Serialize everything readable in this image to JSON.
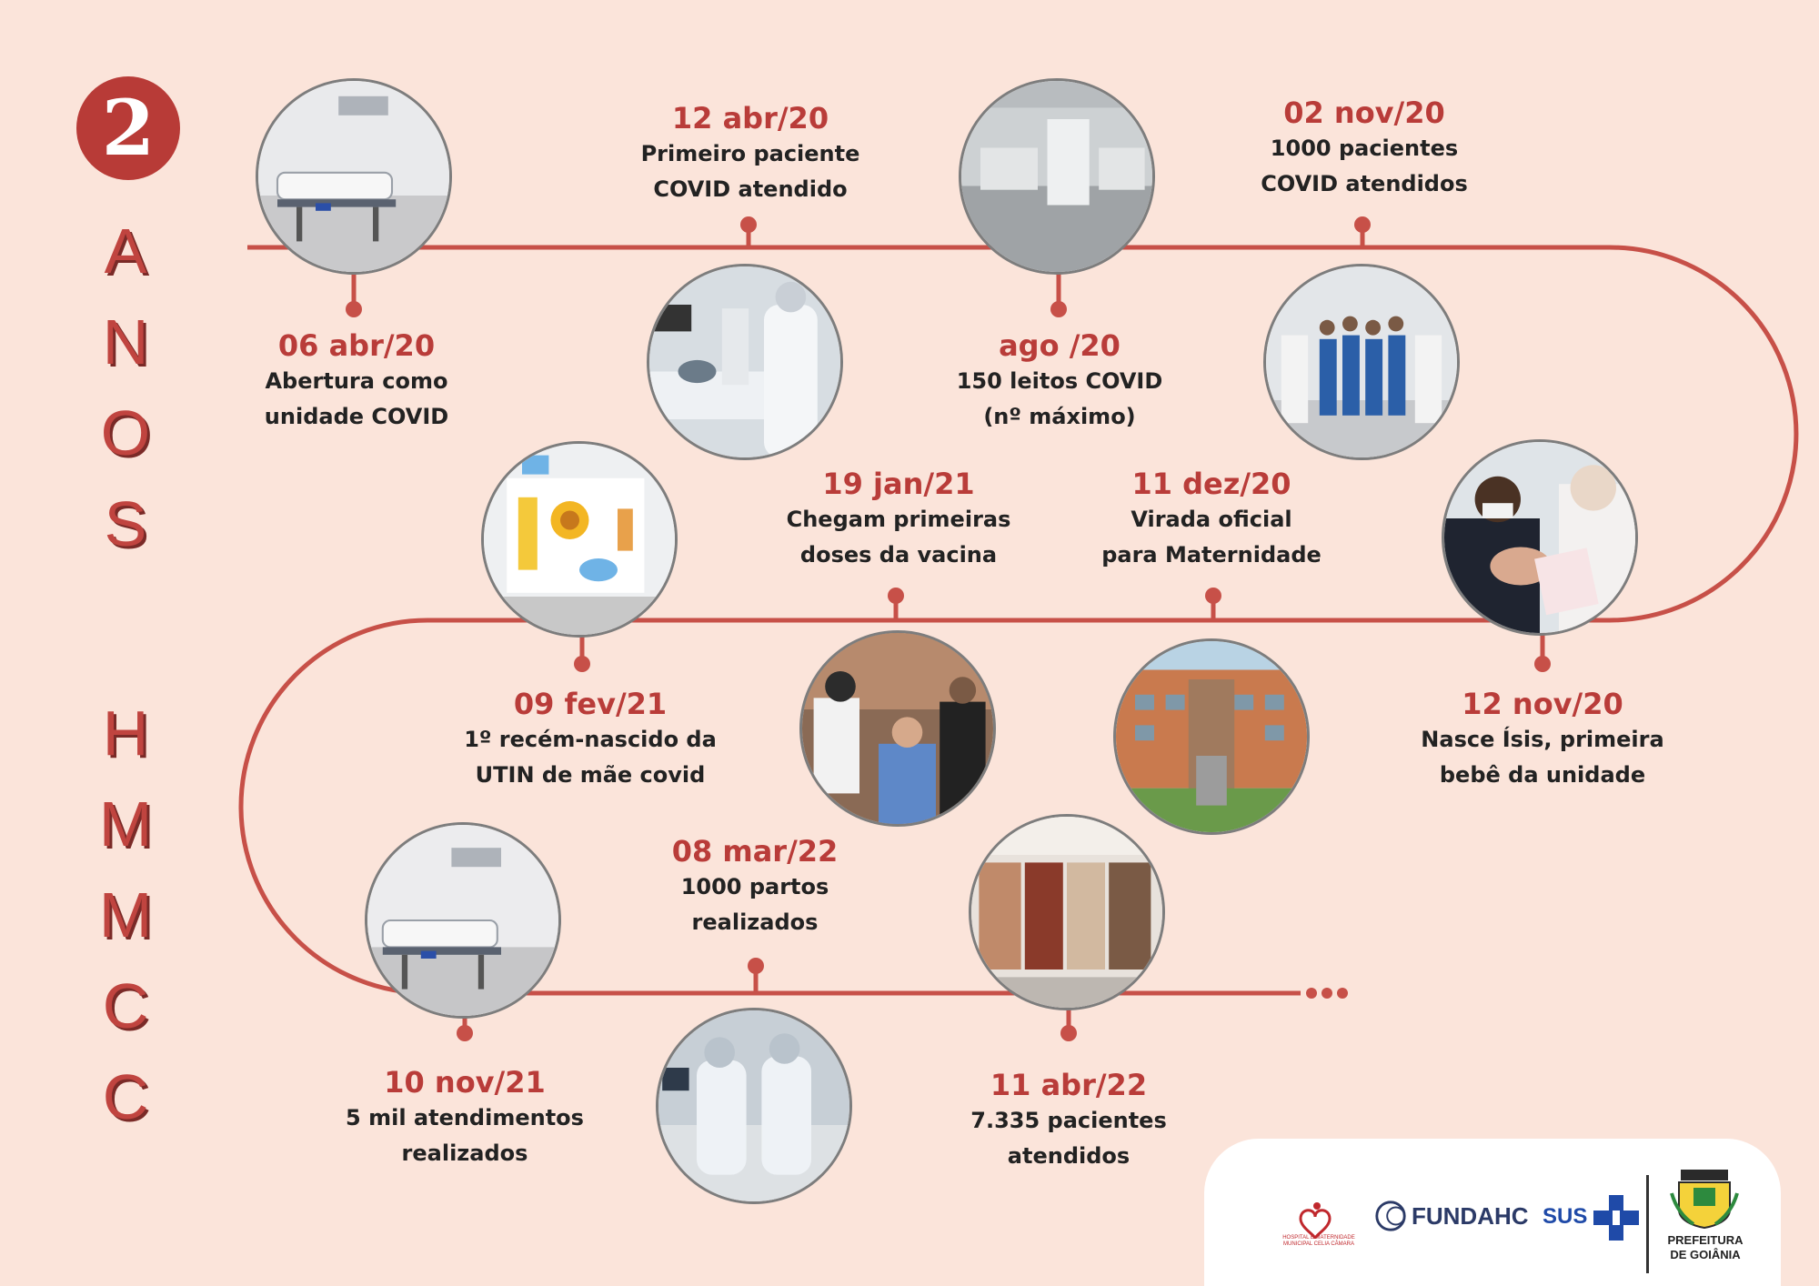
{
  "header": {
    "badge_number": "2",
    "side_word_1": [
      "A",
      "N",
      "O",
      "S"
    ],
    "side_word_2": [
      "H",
      "M",
      "M",
      "C",
      "C"
    ]
  },
  "events": [
    {
      "date": "06 abr/20",
      "desc": "Abertura como\nunidade COVID"
    },
    {
      "date": "12 abr/20",
      "desc": "Primeiro paciente\nCOVID atendido"
    },
    {
      "date": "ago /20",
      "desc": "150 leitos COVID\n(nº máximo)"
    },
    {
      "date": "02 nov/20",
      "desc": "1000 pacientes\nCOVID atendidos"
    },
    {
      "date": "12 nov/20",
      "desc": "Nasce Ísis, primeira\nbebê da unidade"
    },
    {
      "date": "11 dez/20",
      "desc": "Virada oficial\npara Maternidade"
    },
    {
      "date": "19 jan/21",
      "desc": "Chegam primeiras\ndoses da vacina"
    },
    {
      "date": "09 fev/21",
      "desc": "1º recém-nascido da\nUTIN de mãe covid"
    },
    {
      "date": "10 nov/21",
      "desc": "5 mil atendimentos\nrealizados"
    },
    {
      "date": "08 mar/22",
      "desc": "1000 partos\nrealizados"
    },
    {
      "date": "11 abr/22",
      "desc": "7.335 pacientes\natendidos"
    }
  ],
  "logos": {
    "hmmcc": "HOSPITAL E MATERNIDADE MUNICIPAL CELIA CÂMARA",
    "fundahc": "FUNDAHC",
    "sus": "SUS",
    "prefeitura_1": "PREFEITURA",
    "prefeitura_2": "DE GOIÂNIA"
  },
  "colors": {
    "background": "#fbe4da",
    "line": "#c75048",
    "date": "#b93c39",
    "badge": "#b83b37"
  }
}
